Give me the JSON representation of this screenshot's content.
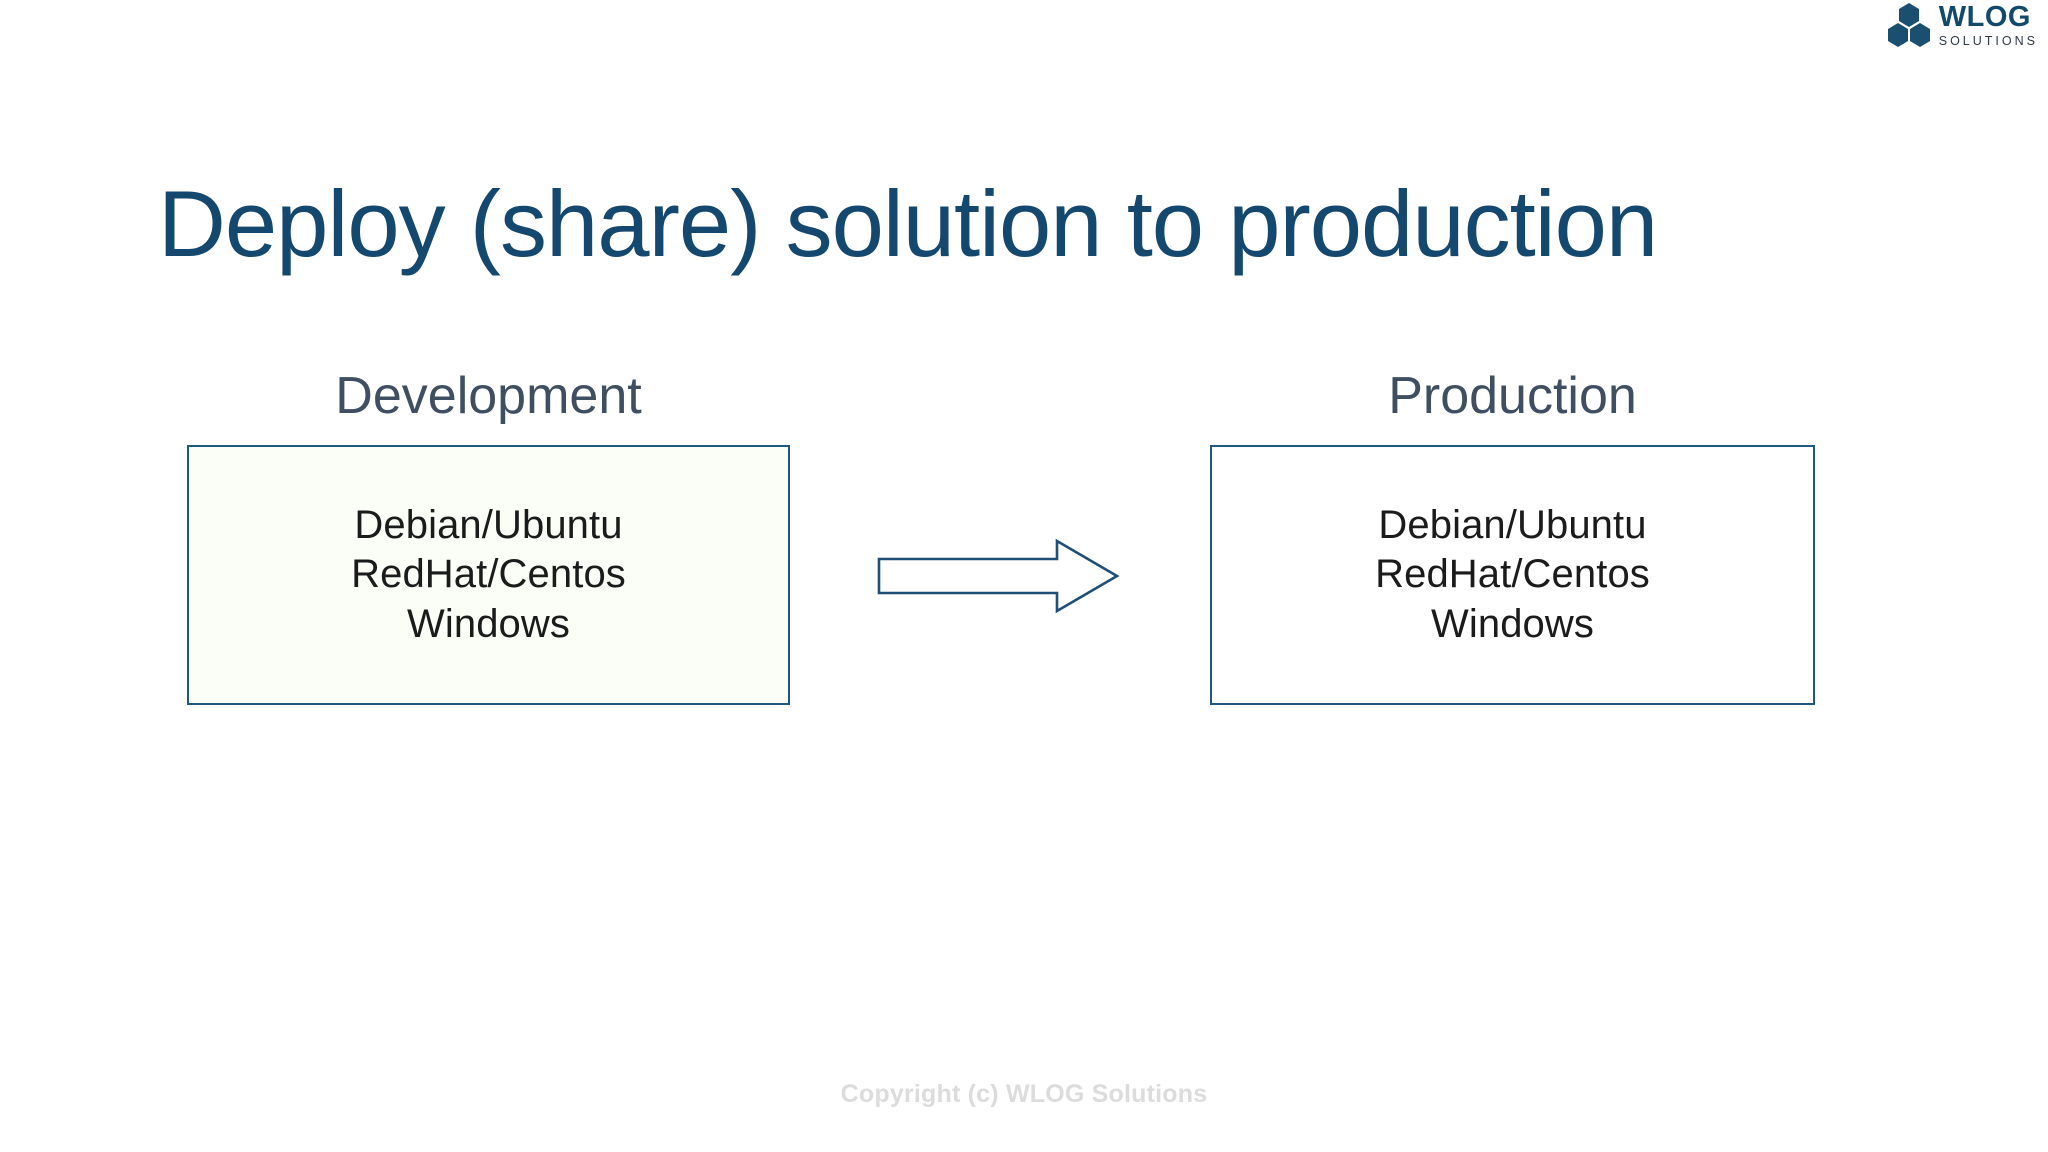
{
  "slide": {
    "title": "Deploy (share) solution to production",
    "background_color": "#ffffff",
    "title_color": "#14486e"
  },
  "logo": {
    "wordmark": "WLOG",
    "subwordmark": "SOLUTIONS",
    "mark_icon": "three-hexagons-icon",
    "mark_color": "#1b4f70",
    "wordmark_color": "#124a6b",
    "subwordmark_color": "#2f3a47"
  },
  "diagram": {
    "heading_color": "#3f4e60",
    "box_border_color": "#1f5a7e",
    "arrow_icon": "right-block-arrow-icon",
    "arrow_stroke_color": "#1f4e79",
    "arrow_fill_color": "#ffffff",
    "columns": [
      {
        "heading": "Development",
        "fill_color": "#fbfdf7",
        "items": [
          "Debian/Ubuntu",
          "RedHat/Centos",
          "Windows"
        ]
      },
      {
        "heading": "Production",
        "fill_color": "#ffffff",
        "items": [
          "Debian/Ubuntu",
          "RedHat/Centos",
          "Windows"
        ]
      }
    ]
  },
  "footer": {
    "copyright": "Copyright (c) WLOG Solutions",
    "color": "#dcdcdc"
  }
}
